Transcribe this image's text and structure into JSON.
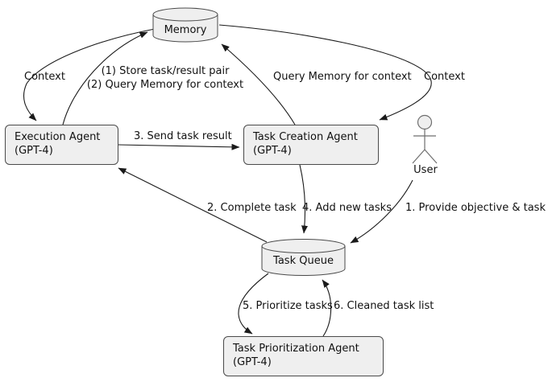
{
  "nodes": {
    "memory": {
      "label": "Memory"
    },
    "task_queue": {
      "label": "Task Queue"
    },
    "execution_agent": {
      "name": "Execution Agent",
      "model": "(GPT-4)"
    },
    "task_creation_agent": {
      "name": "Task Creation Agent",
      "model": "(GPT-4)"
    },
    "task_prioritization_agent": {
      "name": "Task Prioritization Agent",
      "model": "(GPT-4)"
    },
    "user": {
      "label": "User"
    }
  },
  "edges": {
    "memory_to_execution": {
      "label": "Context"
    },
    "execution_to_memory": {
      "line1": "(1) Store task/result pair",
      "line2": "(2) Query Memory for context"
    },
    "creation_to_memory": {
      "label": "Query Memory for context"
    },
    "memory_to_creation": {
      "label": "Context"
    },
    "execution_to_creation": {
      "label": "3. Send task result"
    },
    "queue_to_execution": {
      "label": "2. Complete task"
    },
    "creation_to_queue": {
      "label": "4. Add new tasks"
    },
    "user_to_queue": {
      "label": "1. Provide objective & task"
    },
    "queue_to_prioritization": {
      "label": "5. Prioritize tasks"
    },
    "prioritization_to_queue": {
      "label": "6. Cleaned task list"
    }
  },
  "colors": {
    "background": "#ffffff",
    "node_fill": "#efefef",
    "node_border": "#4a4a4a",
    "edge_stroke": "#1a1a1a",
    "actor_stroke": "#6e6e6e"
  }
}
